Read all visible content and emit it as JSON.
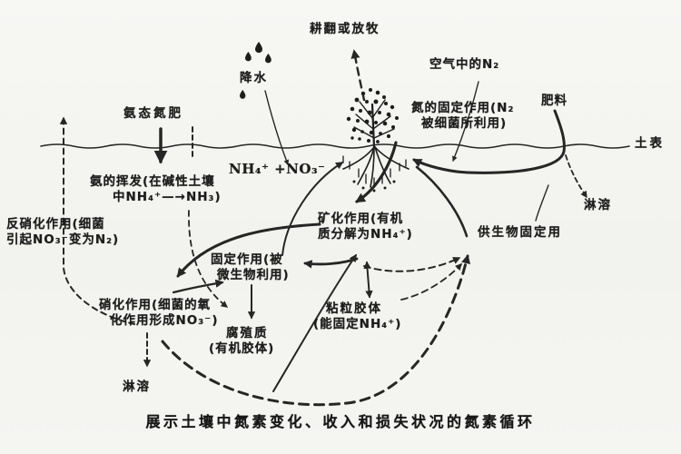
{
  "colors": {
    "ink": "#262626",
    "background": "#f4f4f0"
  },
  "diagram": {
    "type": "nitrogen-cycle",
    "caption": "展示土壤中氮素变化、收入和损失状况的氮素循环",
    "labels": {
      "ammonium_fertilizer": "氨态氮肥",
      "tillage_grazing": "耕翻或放牧",
      "precipitation": "降水",
      "air_n2": "空气中的N₂",
      "fertilizer": "肥料",
      "n_fixation_line1": "氮的固定作用(N₂",
      "n_fixation_line2": "被细菌所利用)",
      "soil_surface": "土表",
      "leaching_right": "淋溶",
      "volatilization_line1": "氨的挥发(在碱性土壤",
      "volatilization_line2": "中NH₄⁺—→NH₃)",
      "nh4_no3": "NH₄⁺ +NO₃⁻",
      "mineralization_line1": "矿化作用(有机",
      "mineralization_line2": "质分解为NH₄⁺)",
      "denitrification_line1": "反硝化作用(细菌",
      "denitrification_line2": "引起NO₃⁻变为N₂)",
      "immobilization_line1": "固定作用(被",
      "immobilization_line2": "微生物利用)",
      "bio_fixation": "供生物固定用",
      "nitrification_line1": "硝化作用(细菌的氧",
      "nitrification_line2": "化作用形成NO₃⁻)",
      "clay_colloid_line1": "粘粒胶体",
      "clay_colloid_line2": "(能固定NH₄⁺)",
      "humus_line1": "腐殖质",
      "humus_line2": "(有机胶体)",
      "leaching_bottom_left": "淋溶"
    }
  }
}
